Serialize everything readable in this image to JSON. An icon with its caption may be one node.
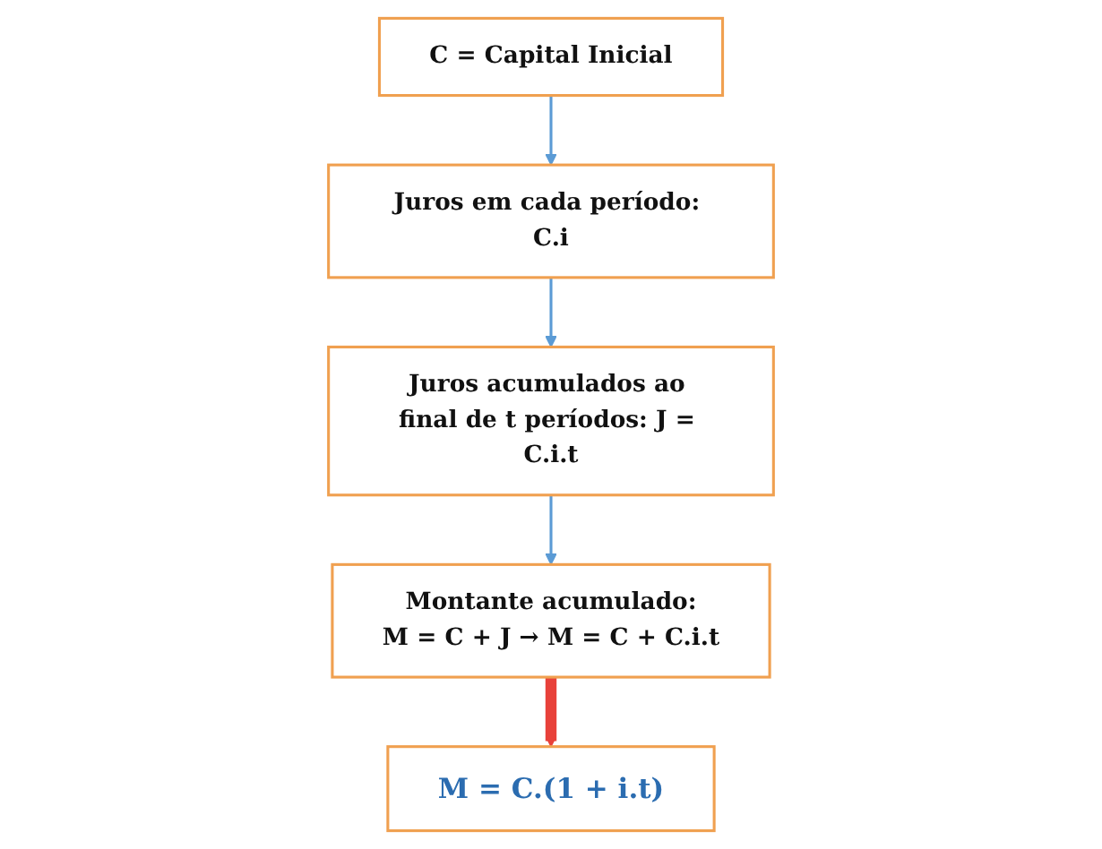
{
  "diagram": {
    "nodes": [
      {
        "text": [
          "C = Capital Inicial"
        ]
      },
      {
        "text": [
          "Juros em cada período: C.i"
        ]
      },
      {
        "text": [
          "Juros acumulados ao final de t períodos: J = C.i.t"
        ]
      },
      {
        "text": [
          "Montante acumulado:",
          "M = C + J → M = C + C.i.t"
        ]
      },
      {
        "text": [
          "M = C.(1 + i.t)"
        ]
      }
    ],
    "edges": [
      {
        "from": 0,
        "to": 1,
        "arrow": "to"
      },
      {
        "from": 1,
        "to": 2,
        "arrow": "to"
      },
      {
        "from": 2,
        "to": 3,
        "arrow": "to"
      },
      {
        "from": 3,
        "to": 4,
        "arrow": "to",
        "style": "thick",
        "color": "#e8413a"
      }
    ]
  }
}
